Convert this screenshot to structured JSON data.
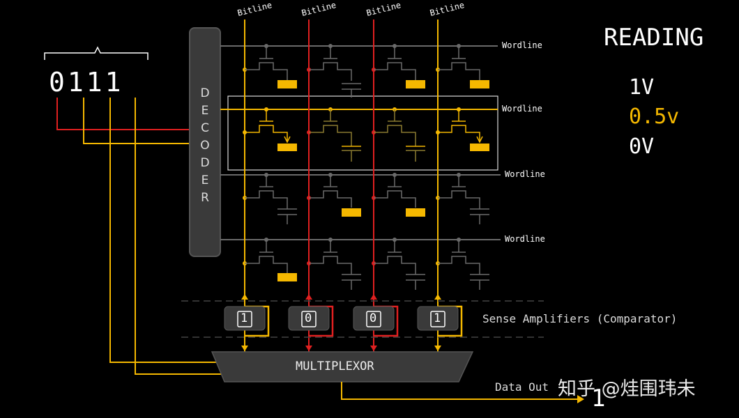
{
  "title": "READING",
  "voltage_legend": [
    {
      "label": "1V",
      "color": "#ffffff"
    },
    {
      "label": "0.5v",
      "color": "#f5b800"
    },
    {
      "label": "0V",
      "color": "#ffffff"
    }
  ],
  "address_bits": "0111",
  "decoder_label": "DECODER",
  "bitline_label": "Bitline",
  "wordline_label": "Wordline",
  "sense_amp_label": "Sense Amplifiers (Comparator)",
  "multiplexor_label": "MULTIPLEXOR",
  "data_out_label": "Data Out",
  "data_out_value": "1",
  "watermark": "知乎 @烓围玮未",
  "sense_amp_values": [
    "1",
    "0",
    "0",
    "1"
  ],
  "colors": {
    "high": "#f5b800",
    "low": "#e02020",
    "idle": "#6a6a6a",
    "background": "#000000"
  }
}
